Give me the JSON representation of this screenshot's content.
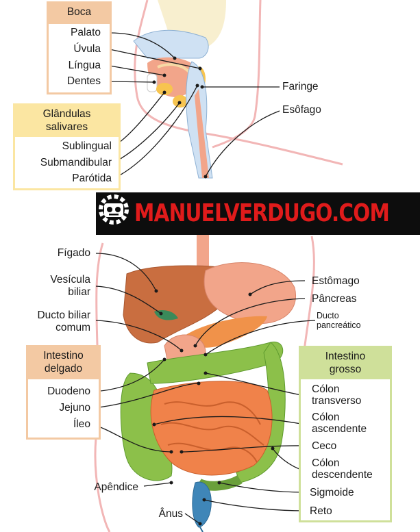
{
  "colors": {
    "boca": "#f3c9a3",
    "glandulas": "#fbe6a2",
    "intestino_delgado": "#f3c9a3",
    "intestino_grosso": "#cfe09a",
    "banner_bg": "#0d0d0d",
    "banner_text": "#e01b1b"
  },
  "boxes": {
    "boca": {
      "title": "Boca"
    },
    "glandulas": {
      "title_line1": "Glândulas",
      "title_line2": "salivares"
    },
    "intestino_delgado": {
      "title_line1": "Intestino",
      "title_line2": "delgado"
    },
    "intestino_grosso": {
      "title_line1": "Intestino",
      "title_line2": "grosso"
    }
  },
  "labels": {
    "palato": "Palato",
    "uvula": "Úvula",
    "lingua": "Língua",
    "dentes": "Dentes",
    "faringe": "Faringe",
    "esofago": "Esôfago",
    "sublingual": "Sublingual",
    "submandibular": "Submandibular",
    "parotida": "Parótida",
    "figado": "Fígado",
    "vesicula_1": "Vesícula",
    "vesicula_2": "biliar",
    "ducto_biliar_1": "Ducto biliar",
    "ducto_biliar_2": "comum",
    "estomago": "Estômago",
    "pancreas": "Pâncreas",
    "ducto_pancreatico_1": "Ducto",
    "ducto_pancreatico_2": "pancreático",
    "duodeno": "Duodeno",
    "jejuno": "Jejuno",
    "ileo": "Íleo",
    "colon_transverso_1": "Cólon",
    "colon_transverso_2": "transverso",
    "colon_ascendente_1": "Cólon",
    "colon_ascendente_2": "ascendente",
    "ceco": "Ceco",
    "colon_descendente_1": "Cólon",
    "colon_descendente_2": "descendente",
    "sigmoide": "Sigmoide",
    "reto": "Reto",
    "apendice": "Apêndice",
    "anus": "Ânus"
  },
  "banner": {
    "text": "MANUELVERDUGO.COM",
    "logo_icon": "robot-gear-icon"
  }
}
